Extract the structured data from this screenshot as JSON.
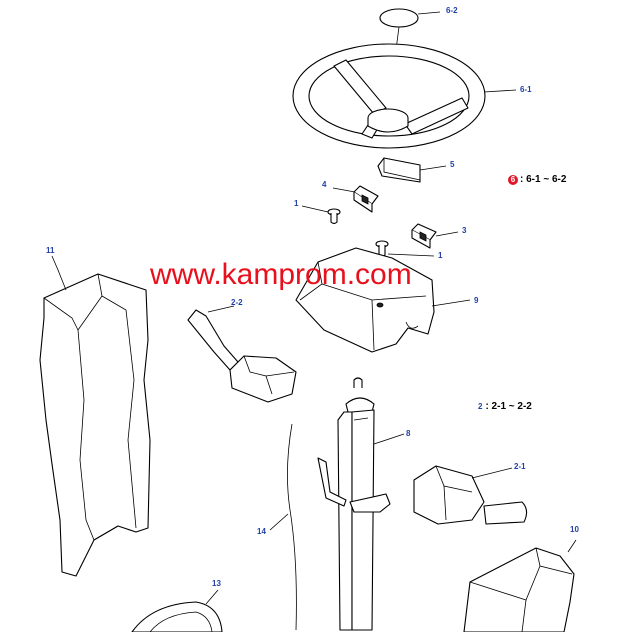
{
  "watermark": "www.kamprom.com",
  "callouts": {
    "c6_2": "6-2",
    "c6_1": "6-1",
    "c5": "5",
    "c4": "4",
    "c1a": "1",
    "c3": "3",
    "c1b": "1",
    "c9": "9",
    "c11": "11",
    "c2_2": "2-2",
    "c8": "8",
    "c2_1": "2-1",
    "c14": "14",
    "c10": "10",
    "c13": "13"
  },
  "legend": {
    "group6_marker": "6",
    "group6_text": ": 6-1 ~ 6-2",
    "group2_marker": "2",
    "group2_text": ": 2-1 ~ 2-2"
  },
  "colors": {
    "callout_text": "#1f3fa8",
    "watermark": "#e8101c",
    "badge": "#e0182b"
  }
}
